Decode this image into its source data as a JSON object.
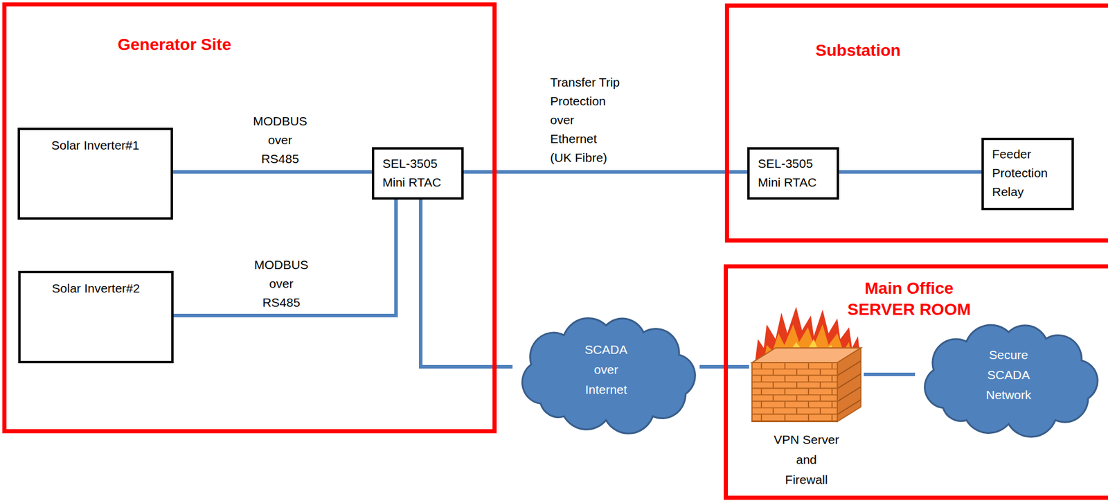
{
  "diagram": {
    "nodes": [
      {
        "text": [
          "Generator Site"
        ]
      },
      {
        "text": [
          "Solar Inverter#1"
        ],
        "in": 0
      },
      {
        "text": [
          "Solar Inverter#2"
        ],
        "in": 0
      },
      {
        "text": [
          "SEL-3505 Mini RTAC"
        ],
        "in": 0
      },
      {
        "text": [
          "Substation"
        ]
      },
      {
        "text": [
          "SEL-3505 Mini RTAC"
        ],
        "in": 4
      },
      {
        "text": [
          "Feeder Protection Relay"
        ],
        "in": 4
      },
      {
        "text": [
          "SCADA over Internet"
        ]
      },
      {
        "text": [
          "Main Office SERVER ROOM"
        ]
      },
      {
        "text": [
          "VPN Server and Firewall"
        ],
        "in": 8
      },
      {
        "text": [
          "Secure SCADA Network"
        ],
        "in": 8
      }
    ],
    "edges": [
      {
        "from": 1,
        "to": 3,
        "arrow": "none",
        "label": "MODBUS over RS485"
      },
      {
        "from": 2,
        "to": 3,
        "arrow": "none",
        "label": "MODBUS over RS485"
      },
      {
        "from": 3,
        "to": 5,
        "arrow": "none",
        "label": "Transfer Trip Protection over Ethernet (UK Fibre)"
      },
      {
        "from": 5,
        "to": 6,
        "arrow": "none"
      },
      {
        "from": 3,
        "to": 7,
        "arrow": "none"
      },
      {
        "from": 7,
        "to": 9,
        "arrow": "none"
      },
      {
        "from": 9,
        "to": 10,
        "arrow": "none"
      }
    ]
  }
}
